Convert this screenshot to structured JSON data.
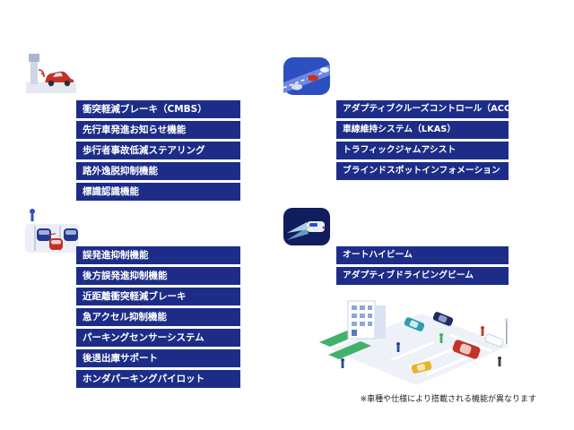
{
  "colors": {
    "banner_bg": "#1d2d87",
    "banner_text": "#ffffff",
    "accent_red": "#c63028",
    "road_blue": "#2c4fc2",
    "night_blue": "#101d5e",
    "hedge_green": "#43b06a"
  },
  "groups": {
    "collision": {
      "icon": "collision-warning-icon",
      "items": [
        "衝突軽減ブレーキ（CMBS）",
        "先行車発進お知らせ機能",
        "歩行者事故低減ステアリング",
        "路外逸脱抑制機能",
        "標識認識機能"
      ]
    },
    "cruise": {
      "icon": "highway-cruise-icon",
      "items": [
        "アダプティブクルーズコントロール（ACC）",
        "車線維持システム（LKAS）",
        "トラフィックジャムアシスト",
        "ブラインドスポットインフォメーション"
      ]
    },
    "parking": {
      "icon": "parking-assist-icon",
      "items": [
        "誤発進抑制機能",
        "後方誤発進抑制機能",
        "近距離衝突軽減ブレーキ",
        "急アクセル抑制機能",
        "パーキングセンサーシステム",
        "後退出庫サポート",
        "ホンダパーキングパイロット"
      ]
    },
    "lighting": {
      "icon": "auto-highbeam-icon",
      "items": [
        "オートハイビーム",
        "アダプティブドライビングビーム"
      ]
    }
  },
  "footnote": "※車種や仕様により搭載される機能が異なります"
}
